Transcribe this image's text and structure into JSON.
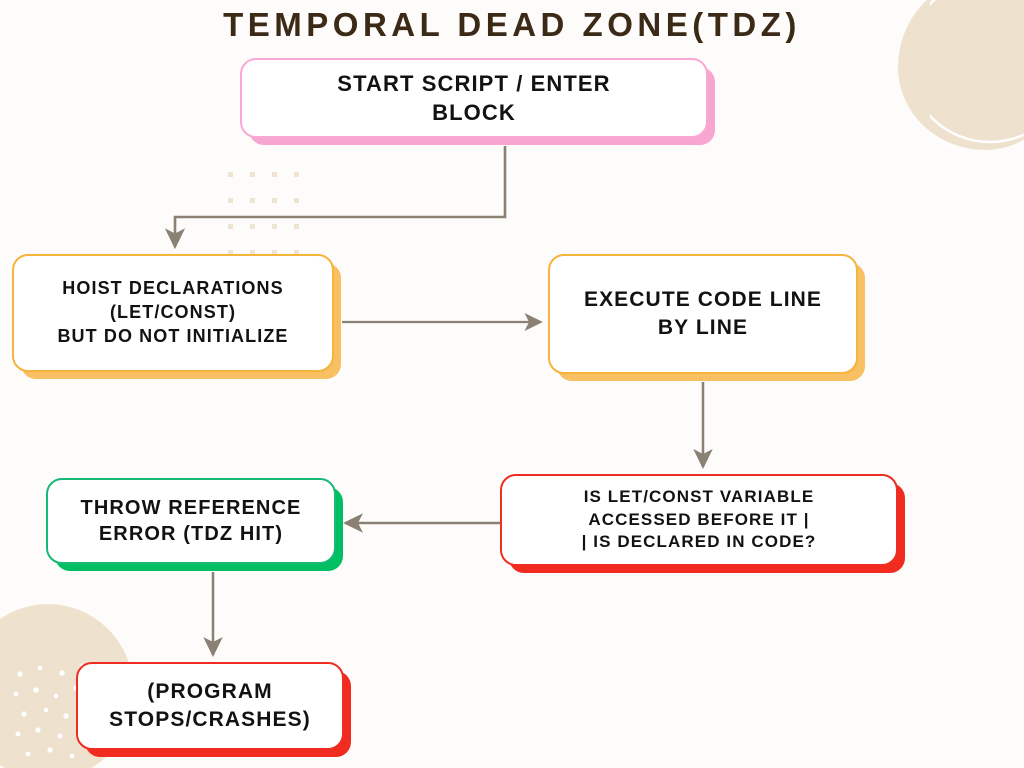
{
  "title": "TEMPORAL DEAD ZONE(TDZ)",
  "colors": {
    "page_background": "#fdfcfa",
    "title_text": "#3b2a16",
    "node_text": "#121212",
    "pink_border": "#f9a8d4",
    "pink_shadow": "#f7a6d0",
    "orange_border": "#f5b43c",
    "orange_shadow": "#f8c063",
    "red_border": "#f02d22",
    "red_shadow": "#f22b20",
    "green_border": "#18b877",
    "green_shadow": "#00bf63",
    "connector_line": "#8a8073",
    "decoration_beige": "#eee2cf",
    "dot_grid": "#efe4d4"
  },
  "nodes": [
    {
      "id": "start",
      "name": "start-script-node",
      "label": "START SCRIPT / ENTER\nBLOCK",
      "accent": "pink"
    },
    {
      "id": "hoist",
      "name": "hoist-declarations-node",
      "label": "HOIST DECLARATIONS\n(LET/CONST)\nBUT DO NOT INITIALIZE",
      "accent": "orange"
    },
    {
      "id": "execute",
      "name": "execute-code-node",
      "label": "EXECUTE CODE LINE\nBY LINE",
      "accent": "orange"
    },
    {
      "id": "decision",
      "name": "tdz-check-decision-node",
      "label": "IS LET/CONST VARIABLE\nACCESSED BEFORE IT |\n| IS DECLARED IN CODE?",
      "accent": "red"
    },
    {
      "id": "throw",
      "name": "throw-reference-error-node",
      "label": "THROW REFERENCE\nERROR (TDZ HIT)",
      "accent": "green"
    },
    {
      "id": "crash",
      "name": "program-crash-node",
      "label": "(PROGRAM\nSTOPS/CRASHES)",
      "accent": "red"
    }
  ],
  "connectors": [
    {
      "name": "start-to-hoist-connector",
      "from": "start",
      "to": "hoist",
      "style": "elbow-down-left-down"
    },
    {
      "name": "hoist-to-execute-connector",
      "from": "hoist",
      "to": "execute",
      "style": "straight-right"
    },
    {
      "name": "execute-to-decision-connector",
      "from": "execute",
      "to": "decision",
      "style": "straight-down"
    },
    {
      "name": "decision-to-throw-connector",
      "from": "decision",
      "to": "throw",
      "style": "straight-left"
    },
    {
      "name": "throw-to-crash-connector",
      "from": "throw",
      "to": "crash",
      "style": "straight-down"
    }
  ],
  "decorations": [
    {
      "name": "beige-circle-top-right",
      "shape": "circle"
    },
    {
      "name": "white-arcs-top-right",
      "shape": "arcs"
    },
    {
      "name": "beige-circle-bottom-left",
      "shape": "circle"
    },
    {
      "name": "speckle-pattern-bottom-left",
      "shape": "dots"
    },
    {
      "name": "dot-grid-decoration",
      "shape": "grid"
    }
  ]
}
